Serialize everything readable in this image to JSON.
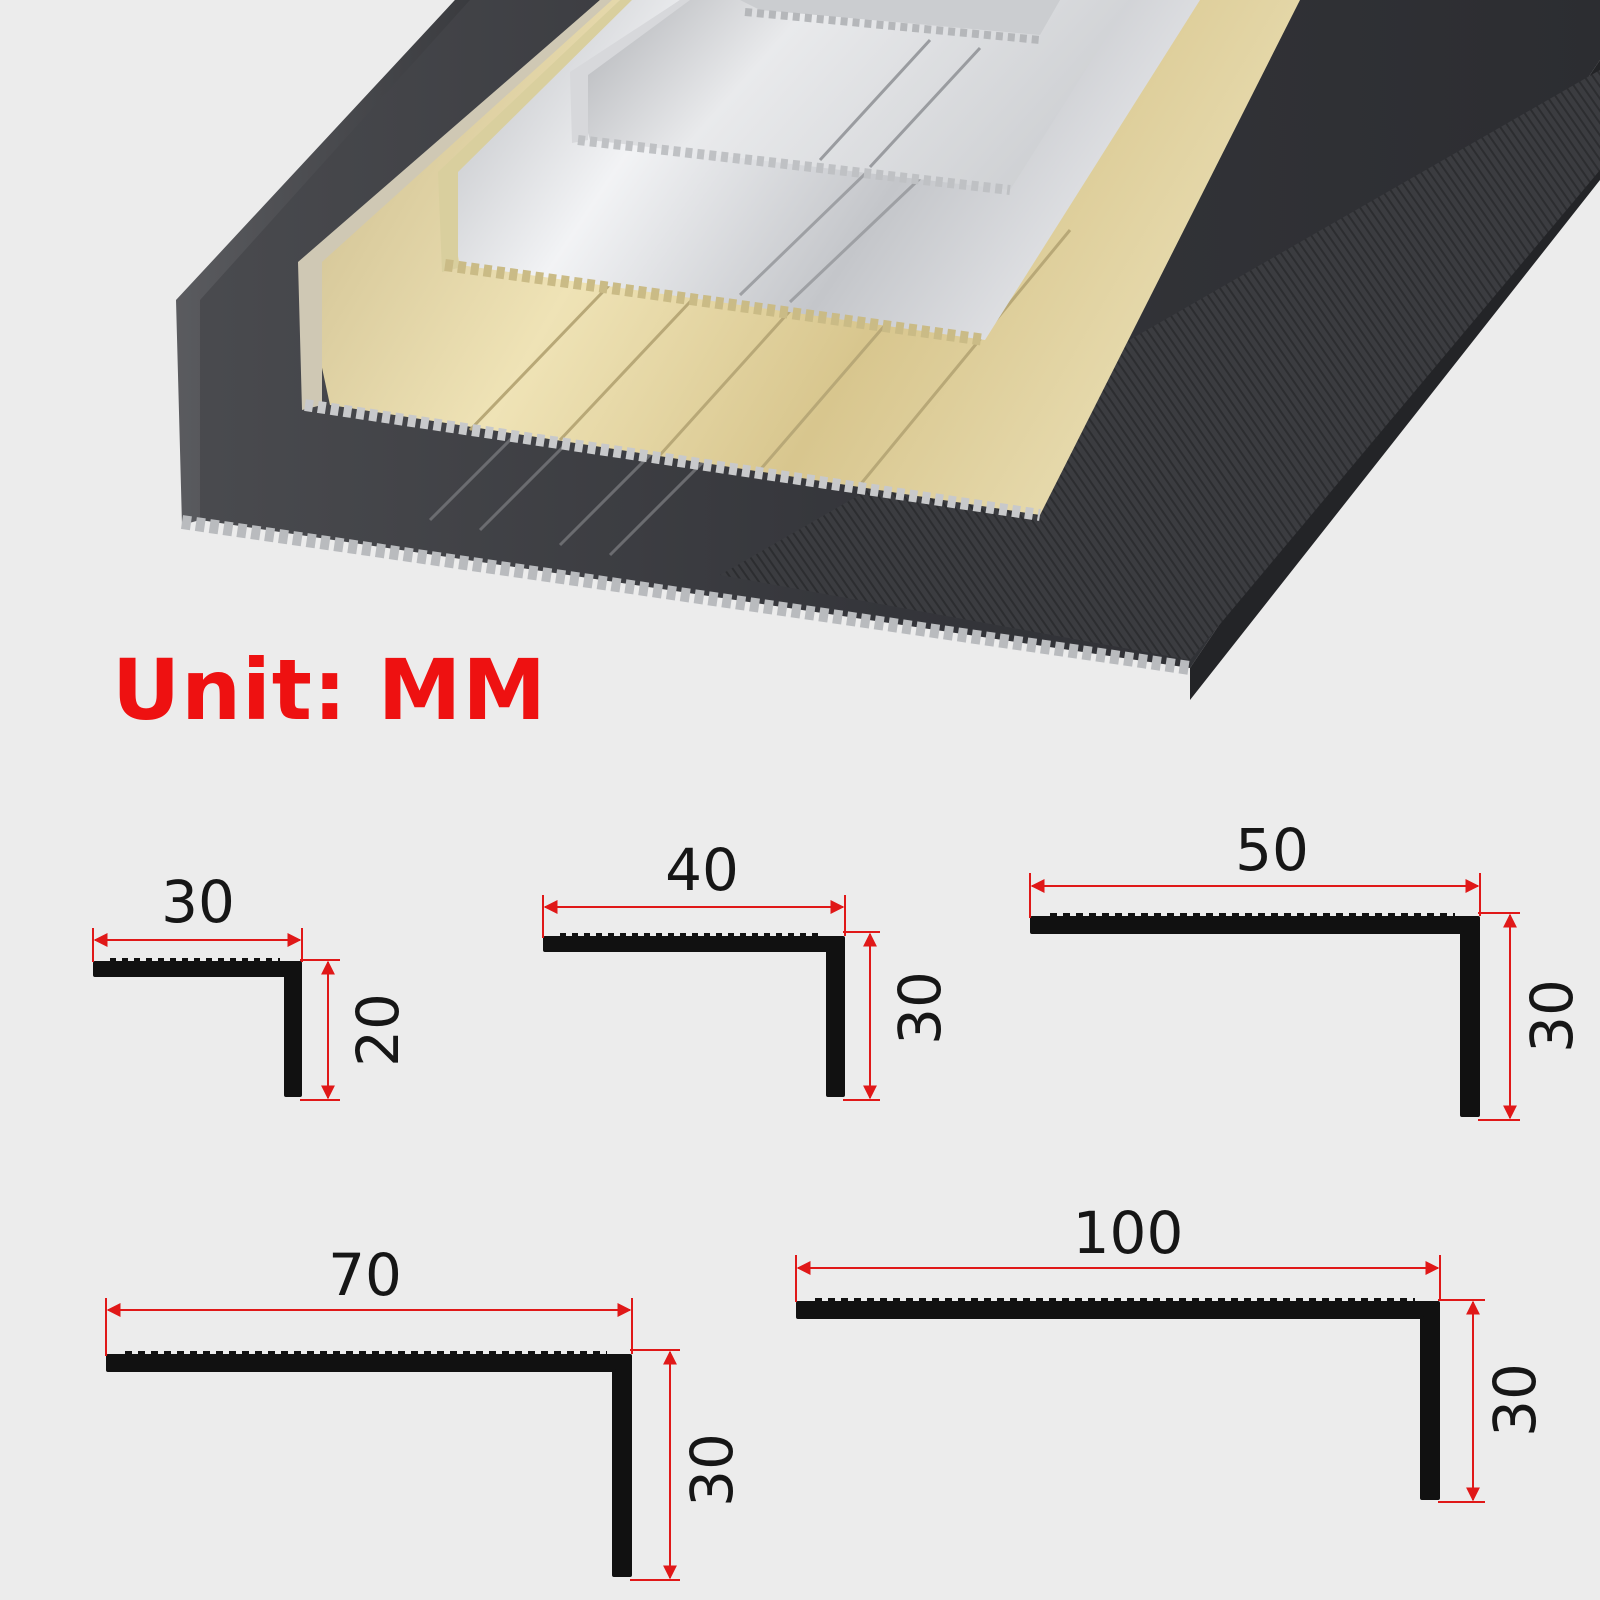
{
  "unit_label": "Unit: MM",
  "colors": {
    "accent_red": "#ee1111",
    "dimension_line": "#e01818",
    "profile_fill": "#111111",
    "background": "#ececec",
    "gold": "#d8c68e",
    "silver": "#c9cbcf",
    "dark_grey": "#3e3f43"
  },
  "product_finishes": [
    "dark-grey",
    "gold",
    "silver",
    "silver-small"
  ],
  "profiles": [
    {
      "id": "p1",
      "width": "30",
      "height": "20"
    },
    {
      "id": "p2",
      "width": "40",
      "height": "30"
    },
    {
      "id": "p3",
      "width": "50",
      "height": "30"
    },
    {
      "id": "p4",
      "width": "70",
      "height": "30"
    },
    {
      "id": "p5",
      "width": "100",
      "height": "30"
    }
  ]
}
